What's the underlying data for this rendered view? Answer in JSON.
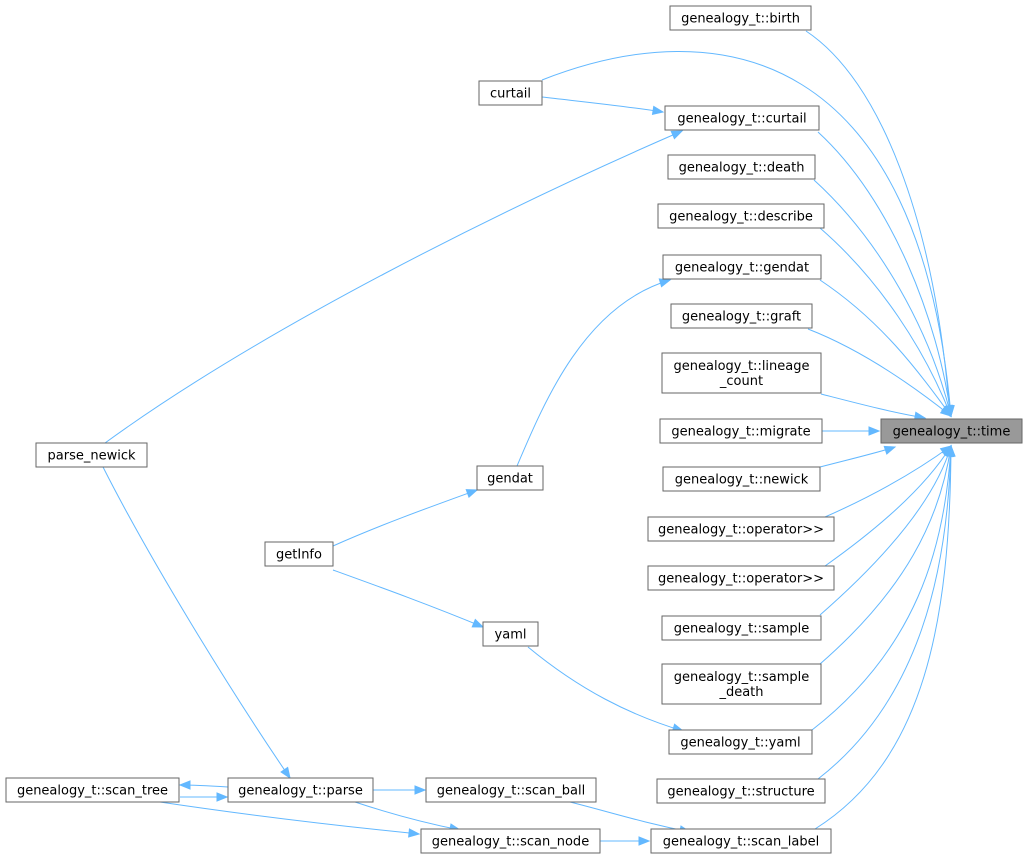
{
  "diagram": {
    "target": "time",
    "nodes": [
      {
        "id": "time",
        "lines": [
          "genealogy_t::time"
        ]
      },
      {
        "id": "birth",
        "lines": [
          "genealogy_t::birth"
        ]
      },
      {
        "id": "curtail",
        "lines": [
          "curtail"
        ]
      },
      {
        "id": "g_curtail",
        "lines": [
          "genealogy_t::curtail"
        ]
      },
      {
        "id": "death",
        "lines": [
          "genealogy_t::death"
        ]
      },
      {
        "id": "describe",
        "lines": [
          "genealogy_t::describe"
        ]
      },
      {
        "id": "g_gendat",
        "lines": [
          "genealogy_t::gendat"
        ]
      },
      {
        "id": "graft",
        "lines": [
          "genealogy_t::graft"
        ]
      },
      {
        "id": "lineage_count",
        "lines": [
          "genealogy_t::lineage",
          "_count"
        ]
      },
      {
        "id": "migrate",
        "lines": [
          "genealogy_t::migrate"
        ]
      },
      {
        "id": "newick",
        "lines": [
          "genealogy_t::newick"
        ]
      },
      {
        "id": "op1",
        "lines": [
          "genealogy_t::operator>>"
        ]
      },
      {
        "id": "op2",
        "lines": [
          "genealogy_t::operator>>"
        ]
      },
      {
        "id": "sample",
        "lines": [
          "genealogy_t::sample"
        ]
      },
      {
        "id": "sample_death",
        "lines": [
          "genealogy_t::sample",
          "_death"
        ]
      },
      {
        "id": "g_yaml",
        "lines": [
          "genealogy_t::yaml"
        ]
      },
      {
        "id": "structure",
        "lines": [
          "genealogy_t::structure"
        ]
      },
      {
        "id": "scan_label",
        "lines": [
          "genealogy_t::scan_label"
        ]
      },
      {
        "id": "parse_newick",
        "lines": [
          "parse_newick"
        ]
      },
      {
        "id": "gendat",
        "lines": [
          "gendat"
        ]
      },
      {
        "id": "getInfo",
        "lines": [
          "getInfo"
        ]
      },
      {
        "id": "yaml",
        "lines": [
          "yaml"
        ]
      },
      {
        "id": "scan_tree",
        "lines": [
          "genealogy_t::scan_tree"
        ]
      },
      {
        "id": "parse",
        "lines": [
          "genealogy_t::parse"
        ]
      },
      {
        "id": "scan_ball",
        "lines": [
          "genealogy_t::scan_ball"
        ]
      },
      {
        "id": "scan_node",
        "lines": [
          "genealogy_t::scan_node"
        ]
      }
    ],
    "edges": [
      {
        "from": "birth",
        "to": "time"
      },
      {
        "from": "curtail",
        "to": "time"
      },
      {
        "from": "g_curtail",
        "to": "time"
      },
      {
        "from": "death",
        "to": "time"
      },
      {
        "from": "describe",
        "to": "time"
      },
      {
        "from": "g_gendat",
        "to": "time"
      },
      {
        "from": "graft",
        "to": "time"
      },
      {
        "from": "lineage_count",
        "to": "time"
      },
      {
        "from": "migrate",
        "to": "time"
      },
      {
        "from": "newick",
        "to": "time"
      },
      {
        "from": "op1",
        "to": "time"
      },
      {
        "from": "op2",
        "to": "time"
      },
      {
        "from": "sample",
        "to": "time"
      },
      {
        "from": "sample_death",
        "to": "time"
      },
      {
        "from": "g_yaml",
        "to": "time"
      },
      {
        "from": "structure",
        "to": "time"
      },
      {
        "from": "scan_label",
        "to": "time"
      },
      {
        "from": "curtail",
        "to": "g_curtail"
      },
      {
        "from": "parse_newick",
        "to": "g_curtail"
      },
      {
        "from": "gendat",
        "to": "g_gendat"
      },
      {
        "from": "getInfo",
        "to": "gendat"
      },
      {
        "from": "getInfo",
        "to": "yaml"
      },
      {
        "from": "yaml",
        "to": "g_yaml"
      },
      {
        "from": "parse_newick",
        "to": "parse"
      },
      {
        "from": "parse",
        "to": "scan_tree"
      },
      {
        "from": "scan_tree",
        "to": "parse"
      },
      {
        "from": "parse",
        "to": "scan_ball"
      },
      {
        "from": "parse",
        "to": "scan_node"
      },
      {
        "from": "scan_tree",
        "to": "scan_node"
      },
      {
        "from": "scan_ball",
        "to": "scan_label"
      },
      {
        "from": "scan_node",
        "to": "scan_label"
      }
    ]
  }
}
